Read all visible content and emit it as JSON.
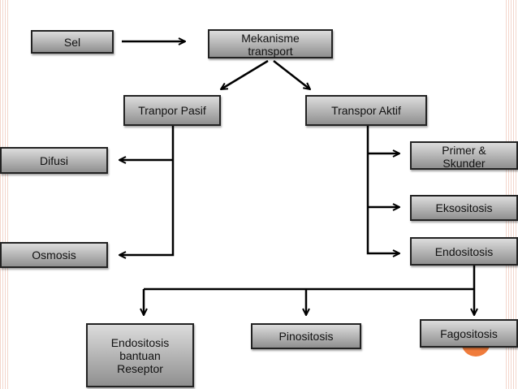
{
  "diagram": {
    "nodes": {
      "sel": "Sel",
      "mekanisme": "Mekanisme\ntransport",
      "pasif": "Tranpor Pasif",
      "aktif": "Transpor Aktif",
      "difusi": "Difusi",
      "osmosis": "Osmosis",
      "primer": "Primer &\nSkunder",
      "eksositosis": "Eksositosis",
      "endositosis": "Endositosis",
      "endositosis_reseptor": "Endositosis\nbantuan\nReseptor",
      "pinositosis": "Pinositosis",
      "fagositosis": "Fagositosis"
    },
    "colors": {
      "box_light": "#dcdcdc",
      "box_dark": "#8f8f8f",
      "border": "#222222",
      "arrow": "#000000",
      "accent": "#f07c3c",
      "stripe": "#f3d6cc"
    }
  }
}
